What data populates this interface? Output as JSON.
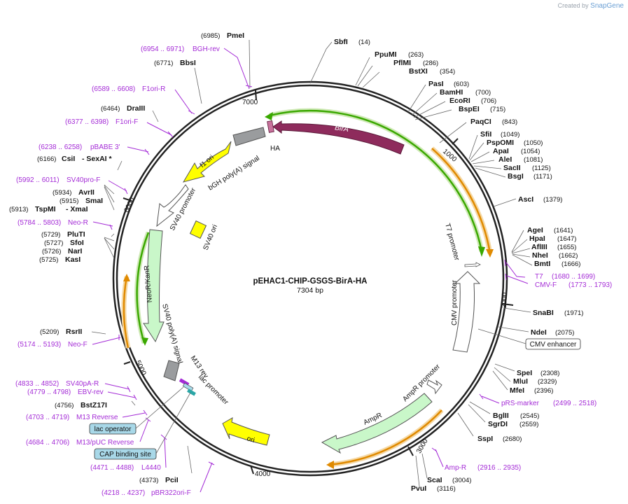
{
  "credit": {
    "prefix": "Created by",
    "brand": "SnapGene"
  },
  "plasmid": {
    "name": "pEHAC1-CHIP-GSGS-BirA-HA",
    "length_label": "7304 bp",
    "length": 7304
  },
  "ticks": [
    "1000",
    "2000",
    "3000",
    "4000",
    "5000",
    "6000",
    "7000"
  ],
  "sites": [
    {
      "name": "PmeI",
      "pos": "(6985)"
    },
    {
      "name": "BbsI",
      "pos": "(6771)"
    },
    {
      "name": "DraIII",
      "pos": "(6464)"
    },
    {
      "name": "CsiI",
      "pos": "(6166)",
      "extra": "- SexAI *"
    },
    {
      "name": "AvrII",
      "pos": "(5934)"
    },
    {
      "name": "SmaI",
      "pos": "(5915)"
    },
    {
      "name": "TspMI",
      "pos": "(5913)",
      "extra": "- XmaI"
    },
    {
      "name": "PluTI",
      "pos": "(5729)"
    },
    {
      "name": "SfoI",
      "pos": "(5727)"
    },
    {
      "name": "NarI",
      "pos": "(5726)"
    },
    {
      "name": "KasI",
      "pos": "(5725)"
    },
    {
      "name": "RsrII",
      "pos": "(5209)"
    },
    {
      "name": "BstZ17I",
      "pos": "(4756)"
    },
    {
      "name": "PciI",
      "pos": "(4373)"
    },
    {
      "name": "SbfI",
      "pos": "(14)"
    },
    {
      "name": "PpuMI",
      "pos": "(263)"
    },
    {
      "name": "PflMI",
      "pos": "(286)"
    },
    {
      "name": "BstXI",
      "pos": "(354)"
    },
    {
      "name": "PasI",
      "pos": "(603)"
    },
    {
      "name": "BamHI",
      "pos": "(700)"
    },
    {
      "name": "EcoRI",
      "pos": "(706)"
    },
    {
      "name": "BspEI",
      "pos": "(715)"
    },
    {
      "name": "PaqCI",
      "pos": "(843)"
    },
    {
      "name": "SfiI",
      "pos": "(1049)"
    },
    {
      "name": "PspOMI",
      "pos": "(1050)"
    },
    {
      "name": "ApaI",
      "pos": "(1054)"
    },
    {
      "name": "AleI",
      "pos": "(1081)"
    },
    {
      "name": "SacII",
      "pos": "(1125)"
    },
    {
      "name": "BsgI",
      "pos": "(1171)"
    },
    {
      "name": "AscI",
      "pos": "(1379)"
    },
    {
      "name": "AgeI",
      "pos": "(1641)"
    },
    {
      "name": "HpaI",
      "pos": "(1647)"
    },
    {
      "name": "AflIII",
      "pos": "(1655)"
    },
    {
      "name": "NheI",
      "pos": "(1662)"
    },
    {
      "name": "BmtI",
      "pos": "(1666)"
    },
    {
      "name": "SnaBI",
      "pos": "(1971)"
    },
    {
      "name": "NdeI",
      "pos": "(2075)"
    },
    {
      "name": "SpeI",
      "pos": "(2308)"
    },
    {
      "name": "MluI",
      "pos": "(2329)"
    },
    {
      "name": "MfeI",
      "pos": "(2396)"
    },
    {
      "name": "BglII",
      "pos": "(2545)"
    },
    {
      "name": "SgrDI",
      "pos": "(2559)"
    },
    {
      "name": "SspI",
      "pos": "(2680)"
    },
    {
      "name": "ScaI",
      "pos": "(3004)"
    },
    {
      "name": "PvuI",
      "pos": "(3116)"
    }
  ],
  "primers": [
    {
      "name": "BGH-rev",
      "range": "(6954 .. 6971)"
    },
    {
      "name": "F1ori-R",
      "range": "(6589 .. 6608)"
    },
    {
      "name": "F1ori-F",
      "range": "(6377 .. 6398)"
    },
    {
      "name": "pBABE 3'",
      "range": "(6238 .. 6258)"
    },
    {
      "name": "SV40pro-F",
      "range": "(5992 .. 6011)"
    },
    {
      "name": "Neo-R",
      "range": "(5784 .. 5803)"
    },
    {
      "name": "Neo-F",
      "range": "(5174 .. 5193)"
    },
    {
      "name": "SV40pA-R",
      "range": "(4833 .. 4852)"
    },
    {
      "name": "EBV-rev",
      "range": "(4779 .. 4798)"
    },
    {
      "name": "M13 Reverse",
      "range": "(4703 .. 4719)"
    },
    {
      "name": "M13/pUC Reverse",
      "range": "(4684 .. 4706)"
    },
    {
      "name": "L4440",
      "range": "(4471 .. 4488)"
    },
    {
      "name": "pBR322ori-F",
      "range": "(4218 .. 4237)"
    },
    {
      "name": "T7",
      "range": "(1680 .. 1699)"
    },
    {
      "name": "CMV-F",
      "range": "(1773 .. 1793)"
    },
    {
      "name": "pRS-marker",
      "range": "(2499 .. 2518)"
    },
    {
      "name": "Amp-R",
      "range": "(2916 .. 2935)"
    }
  ],
  "boxed_features": [
    "lac operator",
    "CAP binding site",
    "CMV enhancer"
  ],
  "features": {
    "BirA": "BirA",
    "HA": "HA",
    "bgh": "bGH poly(A) signal",
    "f1ori": "f1 ori",
    "sv40prom": "SV40 promoter",
    "sv40ori": "SV40 ori",
    "neo": "NeoR/KanR",
    "sv40pa": "SV40 poly(A) signal",
    "m13rev": "M13 rev",
    "lacprom": "lac promoter",
    "ori": "ori",
    "ampr": "AmpR",
    "amprprom": "AmpR promoter",
    "cmvprom": "CMV promoter",
    "t7prom": "T7 promoter"
  },
  "colors": {
    "birA": "#8e2b5c",
    "f1ori": "#ffff00",
    "ori": "#ffff00",
    "neo": "#c9f7c9",
    "ampr": "#c9f7c9",
    "grey": "#9a9c9e",
    "primer": "#a42cd6",
    "orf_green": "#3aa800",
    "orf_orange": "#e08a00",
    "lac_box": "#a8d8e8"
  }
}
